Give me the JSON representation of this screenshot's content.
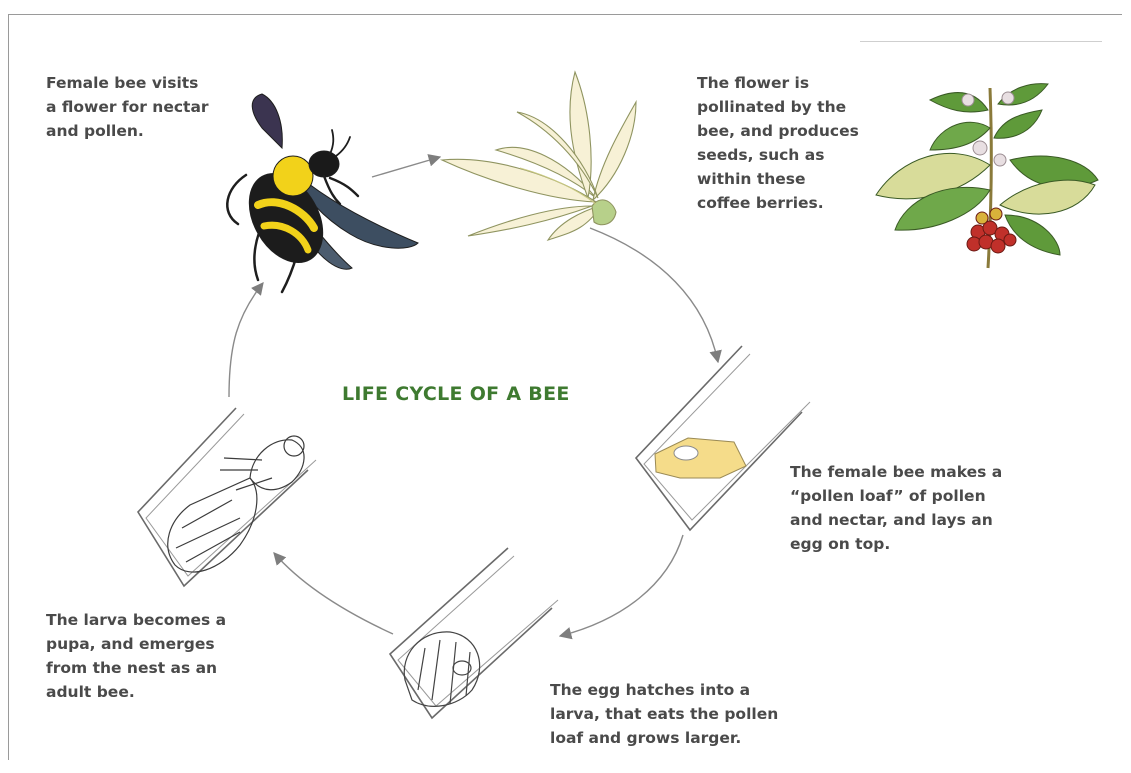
{
  "diagram": {
    "title": "LIFE CYCLE OF A BEE",
    "steps": [
      {
        "id": "visit",
        "caption": "Female bee visits\na flower for nectar\nand pollen."
      },
      {
        "id": "pollinate",
        "caption": "The flower is\npollinated by the\nbee, and produces\nseeds, such as\nwithin these\ncoffee berries."
      },
      {
        "id": "loaf",
        "caption": "The female bee makes a\n“pollen loaf” of pollen\nand nectar, and lays an\negg on top."
      },
      {
        "id": "larva",
        "caption": "The egg hatches into a\nlarva, that eats the pollen\nloaf and grows larger."
      },
      {
        "id": "pupa",
        "caption": "The larva becomes a\npupa, and emerges\nfrom the nest as an\nadult bee."
      }
    ]
  },
  "colors": {
    "title": "#3e7a30",
    "caption": "#4a4a4a",
    "arrow": "#8a8a8a",
    "pollen_loaf": "#f5dc8a",
    "leaf": "#5f9a3a",
    "berry": "#c0302a",
    "bee_stripe": "#f2d21a"
  }
}
